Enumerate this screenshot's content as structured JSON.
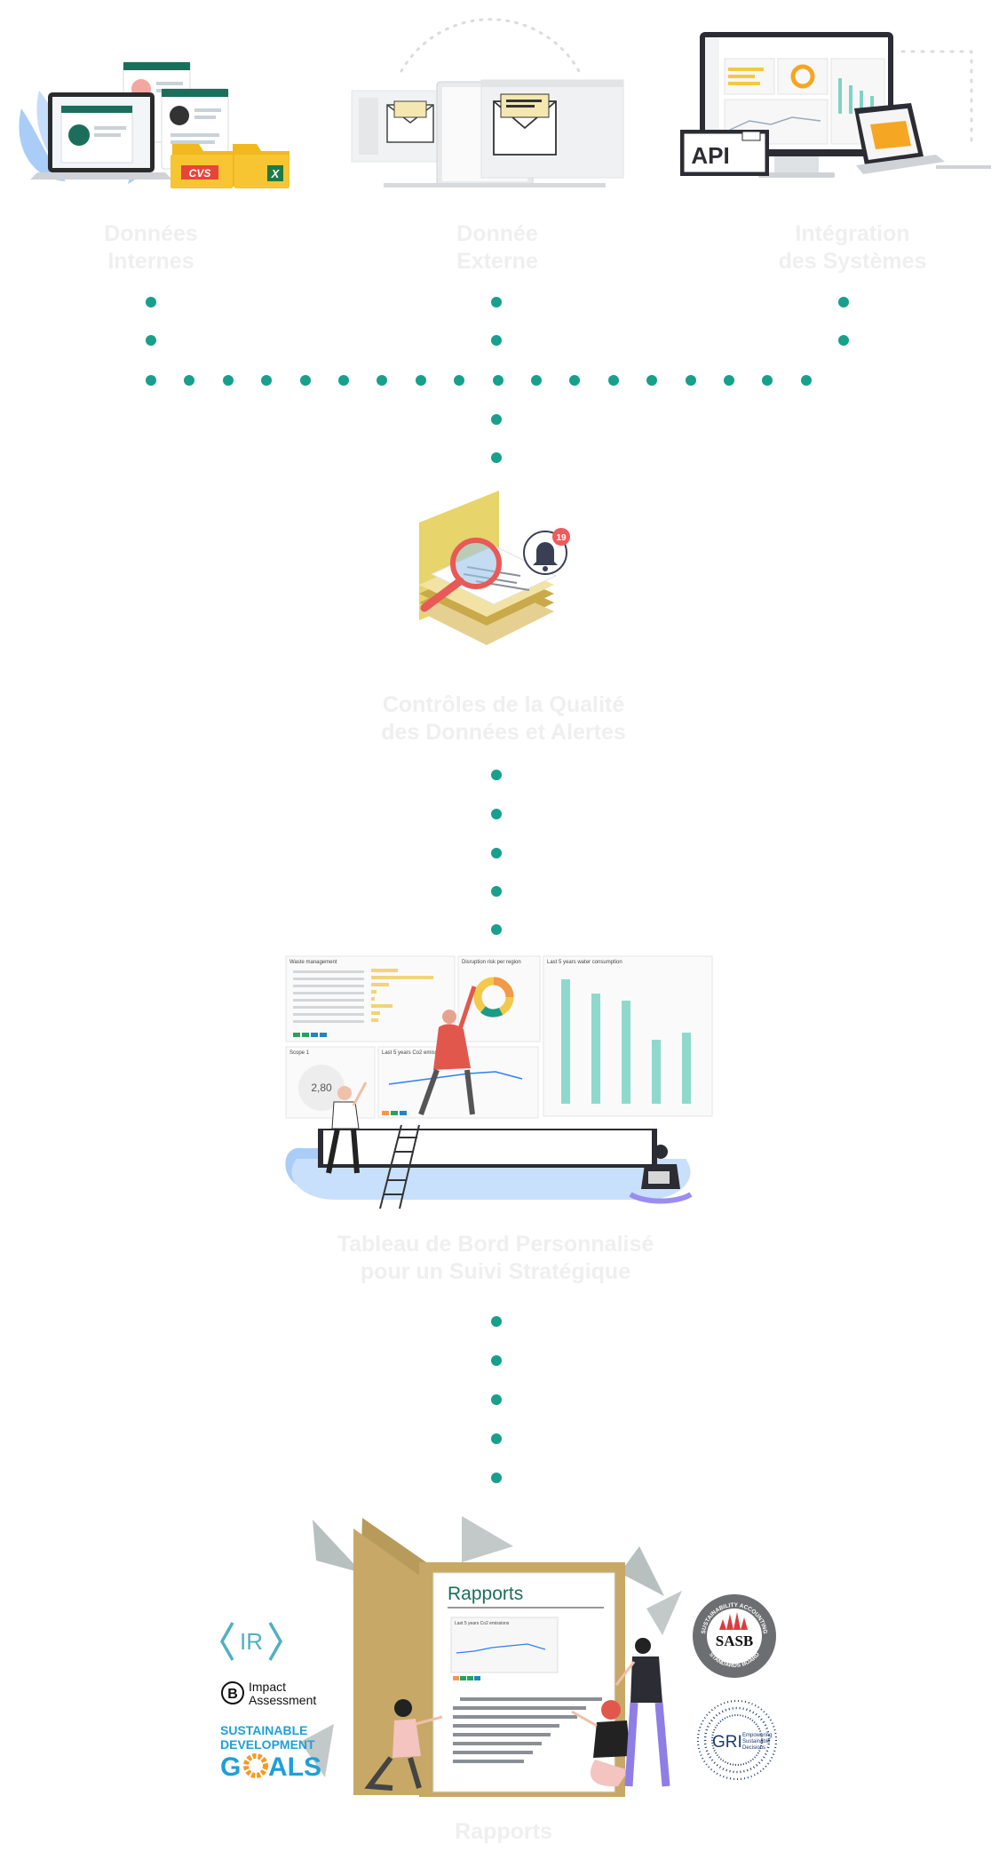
{
  "colors": {
    "connector": "#17a08c",
    "caption": "#efefef"
  },
  "sources": [
    {
      "caption_lines": [
        "Données",
        "Internes"
      ],
      "icon": "laptop-cv-excel-illustration",
      "badges": {
        "cv": "CVS",
        "excel": "X"
      }
    },
    {
      "caption_lines": [
        "Donnée",
        "Externe"
      ],
      "icon": "email-laptop-illustration"
    },
    {
      "caption_lines": [
        "Intégration",
        "des Systèmes"
      ],
      "icon": "api-monitor-illustration",
      "badges": {
        "api": "API"
      }
    }
  ],
  "quality": {
    "caption_lines": [
      "Contrôles de la Qualité",
      "des Données et Alertes"
    ],
    "icon": "magnifier-documents-bell-illustration",
    "notification_count": "19"
  },
  "dashboard": {
    "caption_lines": [
      "Tableau de Bord Personnalisé",
      "pour un Suivi Stratégique"
    ],
    "icon": "dashboard-team-illustration",
    "panels": {
      "waste": "Waste management",
      "disruption": "Disruption risk per region",
      "water": "Last 5 years water consumption",
      "scope": "Scope 1",
      "scope_value": "2,80",
      "co2": "Last 5 years Co2 emissions"
    }
  },
  "reports": {
    "caption_lines": [
      "Rapports"
    ],
    "icon": "reports-folder-illustration",
    "folder_title": "Rapports",
    "chart_title": "Last 5 years Co2 emissions",
    "logos": {
      "ir": "IR",
      "b_letter": "B",
      "b_impact": "Impact",
      "b_assessment": "Assessment",
      "sdg_1": "SUSTAINABLE",
      "sdg_2": "DEVELOPMENT",
      "sdg_3a": "G",
      "sdg_3b": "ALS",
      "sasb": "SASB",
      "sasb_ring_top": "SUSTAINABILITY ACCOUNTING",
      "sasb_ring_bottom": "STANDARDS BOARD",
      "gri": "GRI",
      "gri_tag_1": "Empowering",
      "gri_tag_2": "Sustainable",
      "gri_tag_3": "Decisions"
    }
  }
}
